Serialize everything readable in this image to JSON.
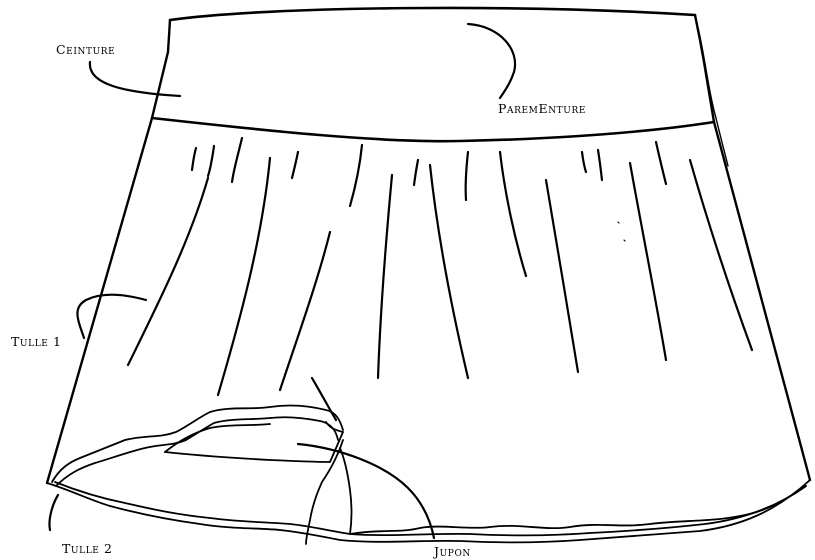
{
  "diagram": {
    "labels": {
      "ceinture": "Ceinture",
      "parementure": "ParemEnture",
      "tulle1": "Tulle 1",
      "tulle2": "Tulle 2",
      "jupon": "Jupon"
    },
    "ink_color": "#000000",
    "background_color": "#ffffff"
  }
}
